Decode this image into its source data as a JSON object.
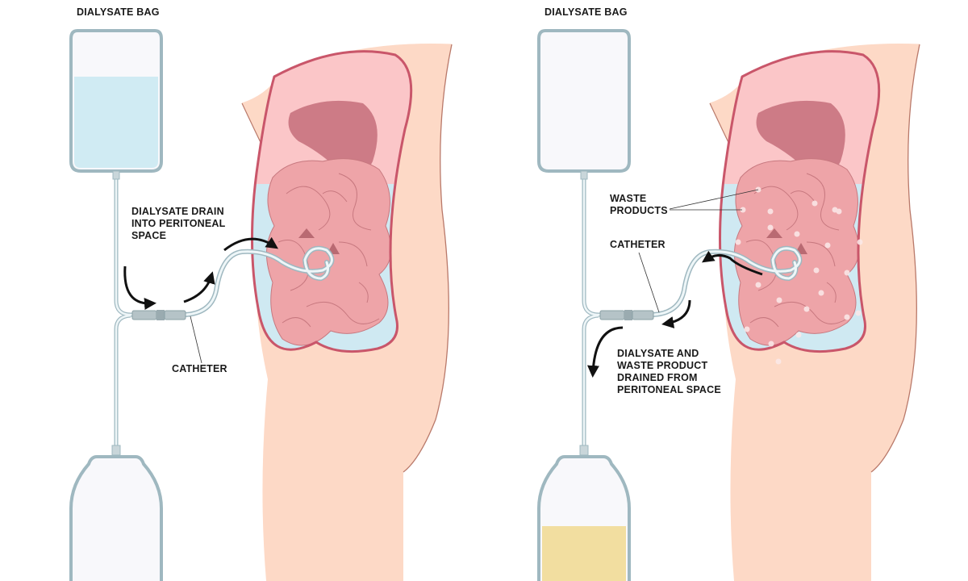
{
  "panels": [
    {
      "name": "fill",
      "bag_label": "DIALYSATE BAG",
      "flow_label": [
        "DIALYSATE DRAIN",
        "INTO PERITONEAL",
        "SPACE"
      ],
      "catheter_label": "CATHETER",
      "top_bag_fill": 0.68,
      "bottom_bag_fill": 0
    },
    {
      "name": "drain",
      "bag_label": "DIALYSATE BAG",
      "waste_label": [
        "WASTE",
        "PRODUCTS"
      ],
      "catheter_label": "CATHETER",
      "flow_label": [
        "DIALYSATE AND",
        "WASTE PRODUCT",
        "DRAINED FROM",
        "PERITONEAL SPACE"
      ],
      "top_bag_fill": 0,
      "bottom_bag_fill": 0.44
    }
  ],
  "colors": {
    "skin": "#fdd9c6",
    "skin_outline": "#b9796a",
    "cavity_outline": "#c9566a",
    "cavity_upper": "#fbc6c8",
    "fluid": "#cfe9f2",
    "liver": "#cd7b86",
    "intestine": "#eea4a8",
    "intestine_line": "#c7787f",
    "dialysate": "#d0ebf3",
    "waste_fluid": "#f2dea0",
    "tube": "#9fb8c0"
  }
}
